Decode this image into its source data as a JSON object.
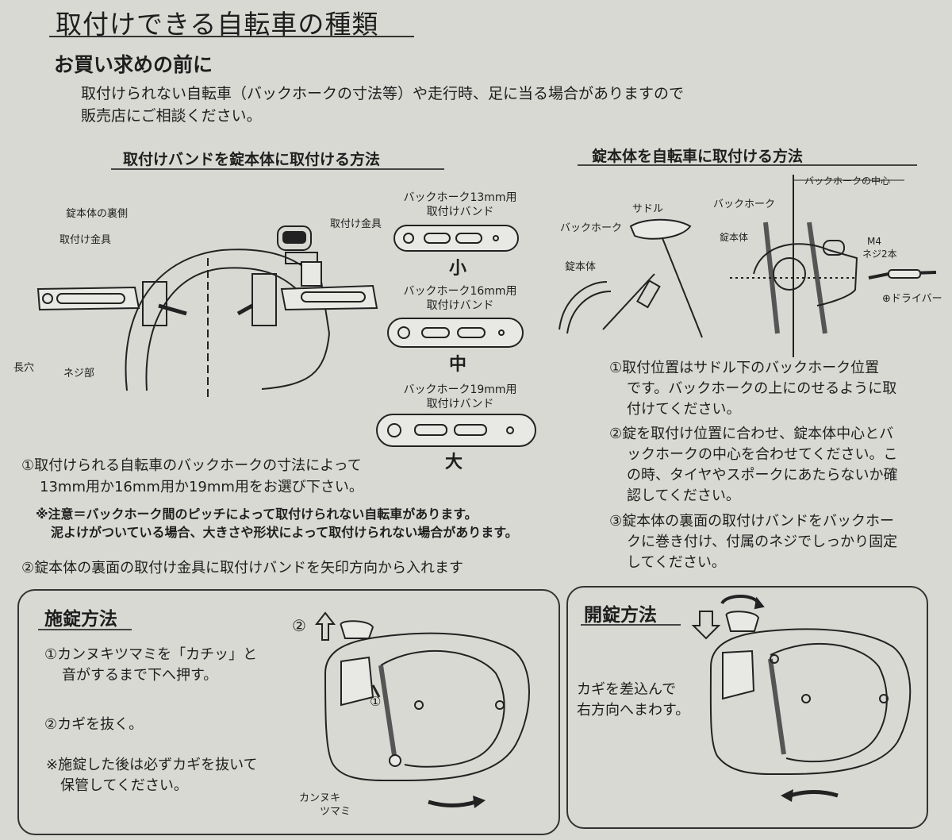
{
  "header": {
    "title": "取付けできる自転車の種類",
    "subtitle": "お買い求めの前に",
    "intro": [
      "取付けられない自転車（バックホークの寸法等）や走行時、足に当る場合がありますので",
      "販売店にご相談ください。"
    ]
  },
  "left_section": {
    "heading": "取付けバンドを錠本体に取付ける方法",
    "labels": {
      "back": "錠本体の裏側",
      "bracket_left": "取付け金具",
      "bracket_right": "取付け金具",
      "slot": "長穴",
      "screw": "ネジ部"
    },
    "bands": [
      {
        "label1": "バックホーク13mm用",
        "label2": "取付けバンド",
        "size": "小"
      },
      {
        "label1": "バックホーク16mm用",
        "label2": "取付けバンド",
        "size": "中"
      },
      {
        "label1": "バックホーク19mm用",
        "label2": "取付けバンド",
        "size": "大"
      }
    ],
    "step1": [
      "①取付けられる自転車のバックホークの寸法によって",
      "13mm用か16mm用か19mm用をお選び下さい。"
    ],
    "note": [
      "※注意＝バックホーク間のピッチによって取付けられない自転車があります。",
      "泥よけがついている場合、大きさや形状によって取付けられない場合があります。"
    ],
    "step2": "②錠本体の裏面の取付け金具に取付けバンドを矢印方向から入れます"
  },
  "right_section": {
    "heading": "錠本体を自転車に取付ける方法",
    "labels": {
      "center": "バックホークの中心",
      "saddle": "サドル",
      "backfork_left": "バックホーク",
      "lock_body_left": "錠本体",
      "backfork_right": "バックホーク",
      "lock_body_right": "錠本体",
      "m4": "M4",
      "screws": "ネジ2本",
      "driver": "⊕ドライバー"
    },
    "steps": [
      [
        "①取付位置はサドル下のバックホーク位置",
        "です。バックホークの上にのせるように取",
        "付けてください。"
      ],
      [
        "②錠を取付け位置に合わせ、錠本体中心とバ",
        "ックホークの中心を合わせてください。こ",
        "の時、タイヤやスポークにあたらないか確",
        "認してください。"
      ],
      [
        "③錠本体の裏面の取付けバンドをバックホー",
        "クに巻き付け、付属のネジでしっかり固定",
        "してください。"
      ]
    ]
  },
  "lock_box": {
    "title": "施錠方法",
    "step1": [
      "①カンヌキツマミを「カチッ」と",
      "音がするまで下へ押す。"
    ],
    "step2": "②カギを抜く。",
    "note": [
      "※施錠した後は必ずカギを抜いて",
      "保管してください。"
    ],
    "callout_2": "②",
    "callout_1": "①",
    "knob_label": [
      "カンヌキ",
      "ツマミ"
    ]
  },
  "unlock_box": {
    "title": "開錠方法",
    "text": [
      "カギを差込んで",
      "右方向へまわす。"
    ]
  }
}
